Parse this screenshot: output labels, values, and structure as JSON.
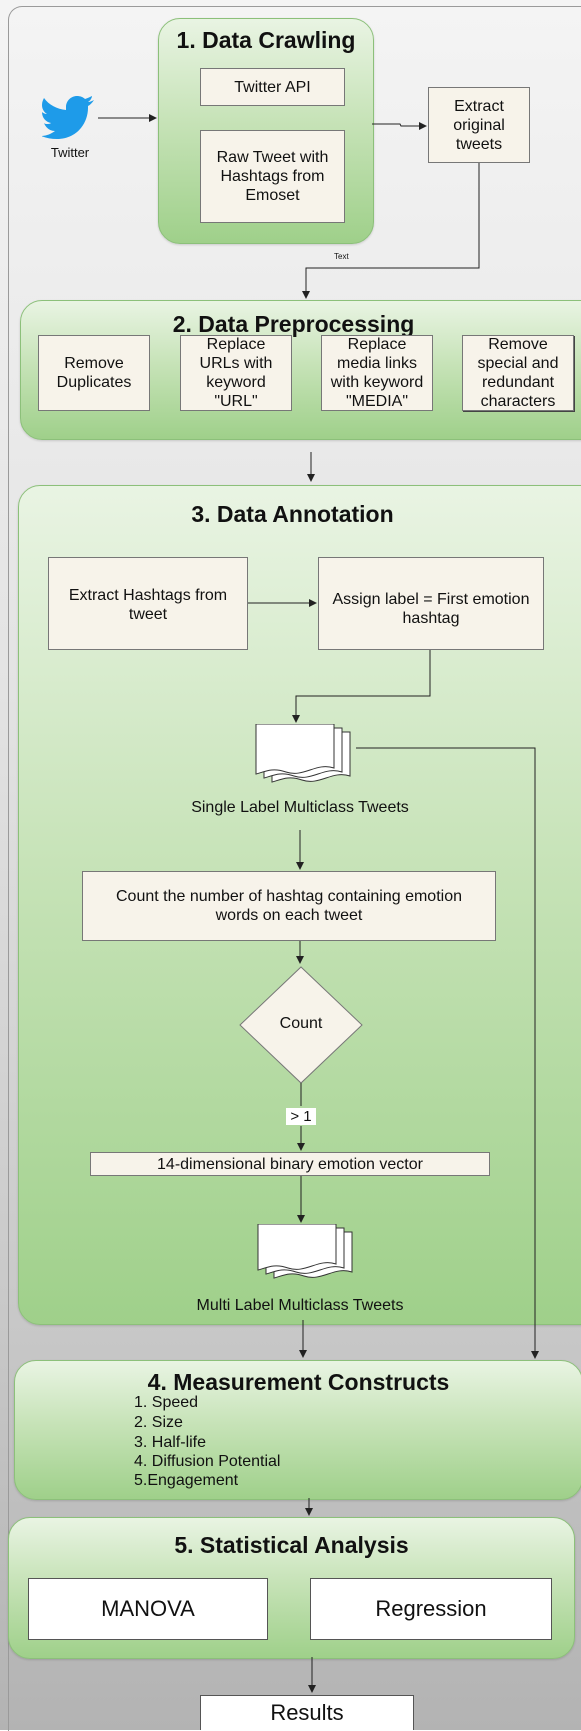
{
  "twitter": {
    "label": "Twitter"
  },
  "section1": {
    "title": "1. Data Crawling",
    "api": "Twitter API",
    "raw": "Raw Tweet with Hashtags from Emoset"
  },
  "extract_original": "Extract original tweets",
  "edge_label": "Text",
  "section2": {
    "title": "2. Data Preprocessing",
    "steps": [
      "Remove Duplicates",
      "Replace URLs with keyword \"URL\"",
      "Replace media links with keyword \"MEDIA\"",
      "Remove special and redundant characters"
    ]
  },
  "section3": {
    "title": "3. Data Annotation",
    "extract_hashtags": "Extract Hashtags from tweet",
    "assign_label": "Assign label = First emotion hashtag",
    "single_label": "Single Label Multiclass Tweets",
    "count_text": "Count the number of hashtag containing emotion words on each tweet",
    "decision": "Count",
    "condition": "> 1",
    "vector": "14-dimensional binary emotion vector",
    "multi_label": "Multi Label Multiclass Tweets"
  },
  "section4": {
    "title": "4. Measurement Constructs",
    "items": [
      "1. Speed",
      "2. Size",
      "3. Half-life",
      "4. Diffusion Potential",
      "5.Engagement"
    ]
  },
  "section5": {
    "title": "5. Statistical Analysis",
    "manova": "MANOVA",
    "regression": "Regression"
  },
  "results": "Results"
}
